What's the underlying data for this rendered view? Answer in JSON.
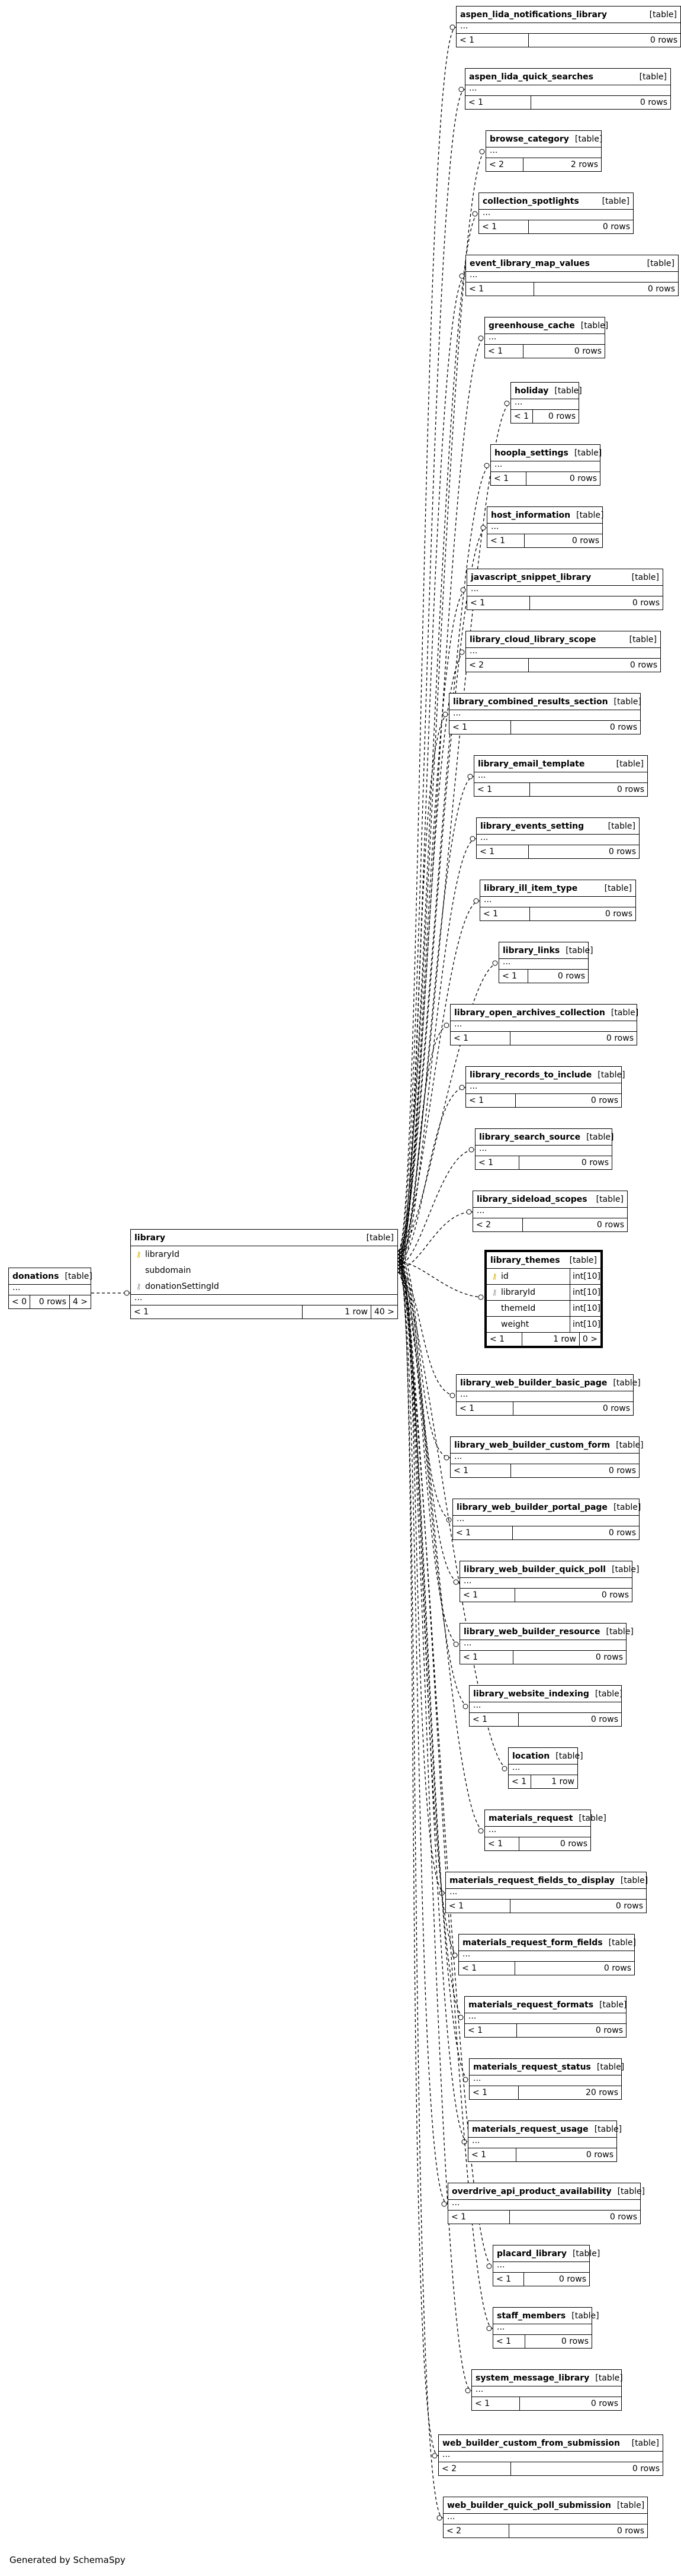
{
  "type_label": "[table]",
  "ellipsis": "...",
  "footer": "Generated by SchemaSpy",
  "donations": {
    "name": "donations",
    "children_nav": "< 0",
    "rows": "0 rows",
    "parents_nav": "4 >"
  },
  "library": {
    "name": "library",
    "columns": [
      {
        "name": "libraryId",
        "key": "pk"
      },
      {
        "name": "subdomain",
        "key": ""
      },
      {
        "name": "donationSettingId",
        "key": "fk"
      }
    ],
    "children_nav": "< 1",
    "rows": "1 row",
    "parents_nav": "40 >"
  },
  "library_themes": {
    "name": "library_themes",
    "columns": [
      {
        "name": "id",
        "key": "pk",
        "type": "int[10]"
      },
      {
        "name": "libraryId",
        "key": "fk",
        "type": "int[10]"
      },
      {
        "name": "themeId",
        "key": "",
        "type": "int[10]"
      },
      {
        "name": "weight",
        "key": "",
        "type": "int[10]"
      }
    ],
    "children_nav": "< 1",
    "rows": "1 row",
    "parents_nav": "0 >"
  },
  "children": [
    {
      "name": "aspen_lida_notifications_library",
      "nav": "< 1",
      "rows": "0 rows"
    },
    {
      "name": "aspen_lida_quick_searches",
      "nav": "< 1",
      "rows": "0 rows"
    },
    {
      "name": "browse_category",
      "nav": "< 2",
      "rows": "2 rows"
    },
    {
      "name": "collection_spotlights",
      "nav": "< 1",
      "rows": "0 rows"
    },
    {
      "name": "event_library_map_values",
      "nav": "< 1",
      "rows": "0 rows"
    },
    {
      "name": "greenhouse_cache",
      "nav": "< 1",
      "rows": "0 rows"
    },
    {
      "name": "holiday",
      "nav": "< 1",
      "rows": "0 rows"
    },
    {
      "name": "hoopla_settings",
      "nav": "< 1",
      "rows": "0 rows"
    },
    {
      "name": "host_information",
      "nav": "< 1",
      "rows": "0 rows"
    },
    {
      "name": "javascript_snippet_library",
      "nav": "< 1",
      "rows": "0 rows"
    },
    {
      "name": "library_cloud_library_scope",
      "nav": "< 2",
      "rows": "0 rows"
    },
    {
      "name": "library_combined_results_section",
      "nav": "< 1",
      "rows": "0 rows"
    },
    {
      "name": "library_email_template",
      "nav": "< 1",
      "rows": "0 rows"
    },
    {
      "name": "library_events_setting",
      "nav": "< 1",
      "rows": "0 rows"
    },
    {
      "name": "library_ill_item_type",
      "nav": "< 1",
      "rows": "0 rows"
    },
    {
      "name": "library_links",
      "nav": "< 1",
      "rows": "0 rows"
    },
    {
      "name": "library_open_archives_collection",
      "nav": "< 1",
      "rows": "0 rows"
    },
    {
      "name": "library_records_to_include",
      "nav": "< 1",
      "rows": "0 rows"
    },
    {
      "name": "library_search_source",
      "nav": "< 1",
      "rows": "0 rows"
    },
    {
      "name": "library_sideload_scopes",
      "nav": "< 2",
      "rows": "0 rows"
    },
    {
      "name": "library_web_builder_basic_page",
      "nav": "< 1",
      "rows": "0 rows"
    },
    {
      "name": "library_web_builder_custom_form",
      "nav": "< 1",
      "rows": "0 rows"
    },
    {
      "name": "library_web_builder_portal_page",
      "nav": "< 1",
      "rows": "0 rows"
    },
    {
      "name": "library_web_builder_quick_poll",
      "nav": "< 1",
      "rows": "0 rows"
    },
    {
      "name": "library_web_builder_resource",
      "nav": "< 1",
      "rows": "0 rows"
    },
    {
      "name": "library_website_indexing",
      "nav": "< 1",
      "rows": "0 rows"
    },
    {
      "name": "location",
      "nav": "< 1",
      "rows": "1 row"
    },
    {
      "name": "materials_request",
      "nav": "< 1",
      "rows": "0 rows"
    },
    {
      "name": "materials_request_fields_to_display",
      "nav": "< 1",
      "rows": "0 rows"
    },
    {
      "name": "materials_request_form_fields",
      "nav": "< 1",
      "rows": "0 rows"
    },
    {
      "name": "materials_request_formats",
      "nav": "< 1",
      "rows": "0 rows"
    },
    {
      "name": "materials_request_status",
      "nav": "< 1",
      "rows": "20 rows"
    },
    {
      "name": "materials_request_usage",
      "nav": "< 1",
      "rows": "0 rows"
    },
    {
      "name": "overdrive_api_product_availability",
      "nav": "< 1",
      "rows": "0 rows"
    },
    {
      "name": "placard_library",
      "nav": "< 1",
      "rows": "0 rows"
    },
    {
      "name": "staff_members",
      "nav": "< 1",
      "rows": "0 rows"
    },
    {
      "name": "system_message_library",
      "nav": "< 1",
      "rows": "0 rows"
    },
    {
      "name": "web_builder_custom_from_submission",
      "nav": "< 2",
      "rows": "0 rows"
    },
    {
      "name": "web_builder_quick_poll_submission",
      "nav": "< 2",
      "rows": "0 rows"
    }
  ]
}
